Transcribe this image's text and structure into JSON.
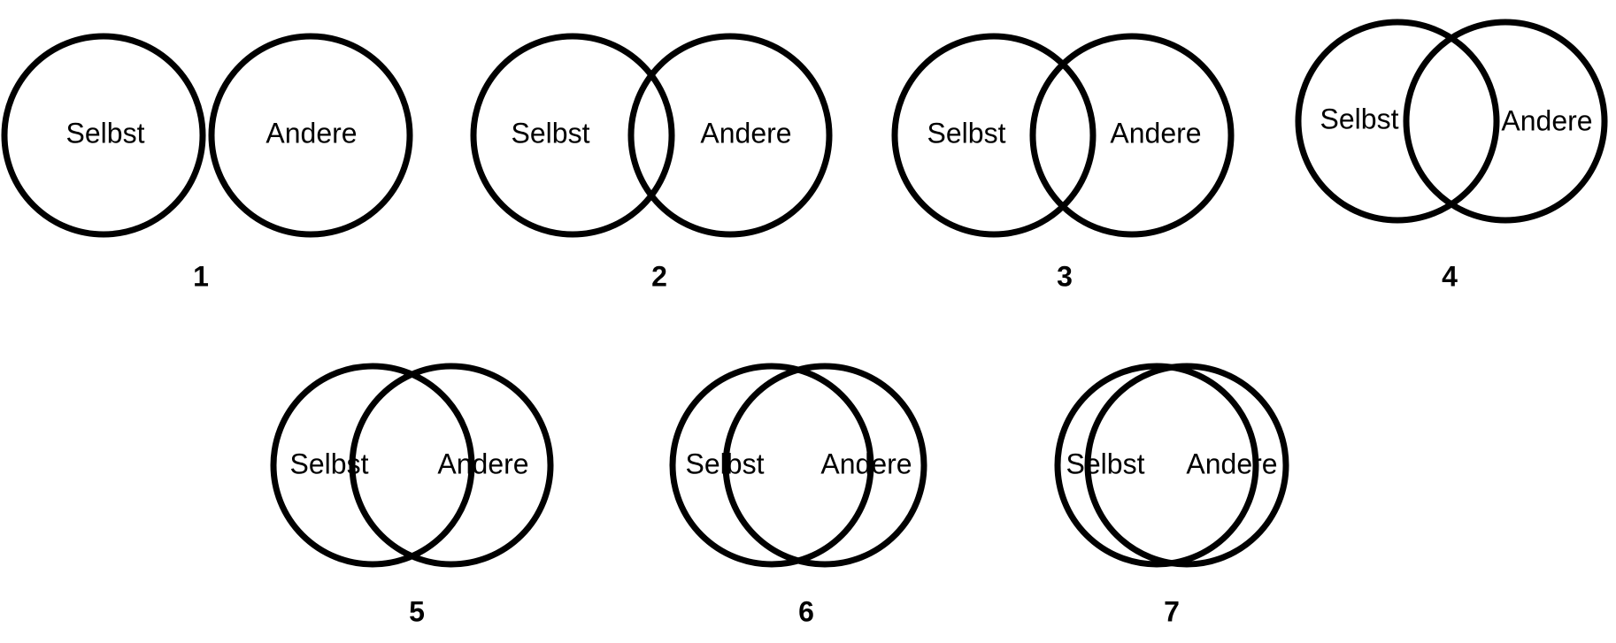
{
  "items": [
    {
      "number": "1",
      "self_label": "Selbst",
      "other_label": "Andere"
    },
    {
      "number": "2",
      "self_label": "Selbst",
      "other_label": "Andere"
    },
    {
      "number": "3",
      "self_label": "Selbst",
      "other_label": "Andere"
    },
    {
      "number": "4",
      "self_label": "Selbst",
      "other_label": "Andere"
    },
    {
      "number": "5",
      "self_label": "Selbst",
      "other_label": "Andere"
    },
    {
      "number": "6",
      "self_label": "Selbst",
      "other_label": "Andere"
    },
    {
      "number": "7",
      "self_label": "Selbst",
      "other_label": "Andere"
    }
  ],
  "colors": {
    "stroke": "#000000",
    "background": "#ffffff"
  }
}
